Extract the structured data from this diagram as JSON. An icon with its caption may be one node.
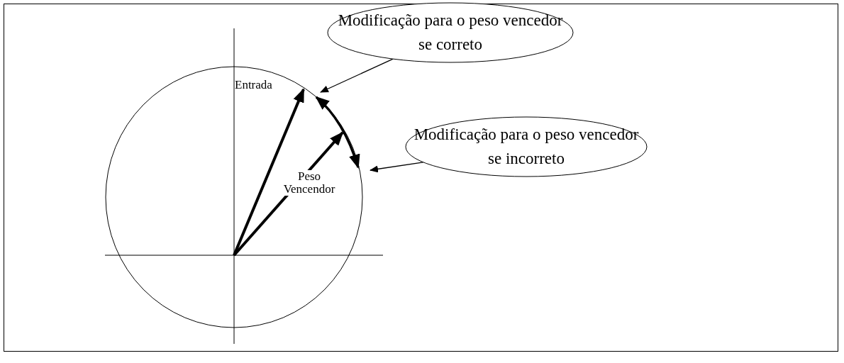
{
  "diagram": {
    "nodes": [
      {
        "text": [
          "Modificação para o peso vencedor se correto"
        ]
      },
      {
        "text": [
          "Modificação para o peso vencedor se incorreto"
        ]
      }
    ],
    "edges": [
      {
        "from": 0,
        "to": null,
        "arrow": "to"
      },
      {
        "from": 1,
        "to": null,
        "arrow": "to"
      }
    ],
    "labels": [
      "Entrada",
      "Peso Vencendor"
    ]
  }
}
